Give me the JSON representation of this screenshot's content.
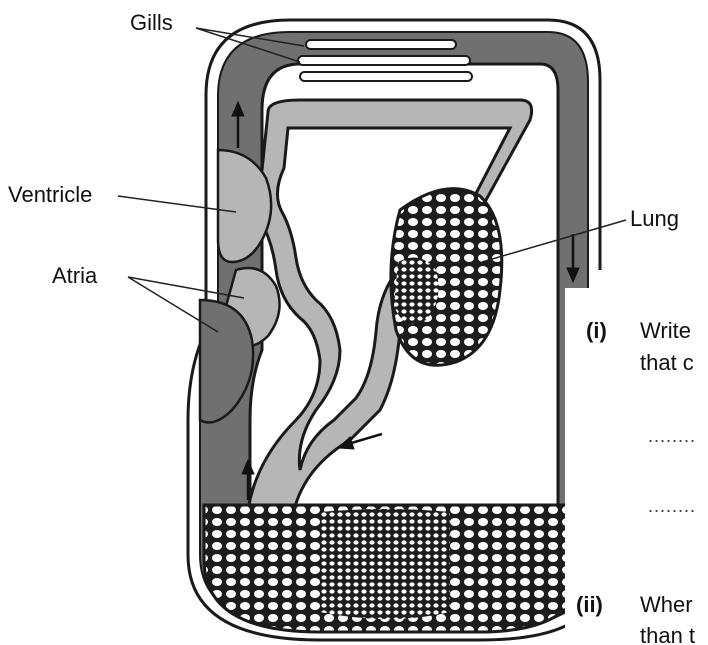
{
  "labels": {
    "gills": "Gills",
    "ventricle": "Ventricle",
    "atria": "Atria",
    "lung": "Lung"
  },
  "questions": [
    {
      "marker": "(i)",
      "line1": "Write",
      "line2": "that c"
    },
    {
      "marker": "(ii)",
      "line1": "Wher",
      "line2": "than t"
    }
  ],
  "answer_lines": [
    "........",
    "........"
  ],
  "colors": {
    "dark_vessel": "#6e6e6e",
    "light_vessel": "#b4b4b4",
    "outline": "#1a1a1a",
    "background": "#ffffff"
  }
}
